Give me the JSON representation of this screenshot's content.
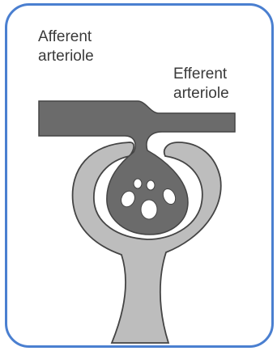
{
  "labels": {
    "afferent_line1": "Afferent",
    "afferent_line2": "arteriole",
    "efferent_line1": "Efferent",
    "efferent_line2": "arteriole"
  },
  "colors": {
    "frame": "#4a7fd0",
    "arteriole": "#6b6b6b",
    "capsule": "#bdbdbd",
    "outline": "#444444",
    "nucleus": "#ffffff"
  }
}
